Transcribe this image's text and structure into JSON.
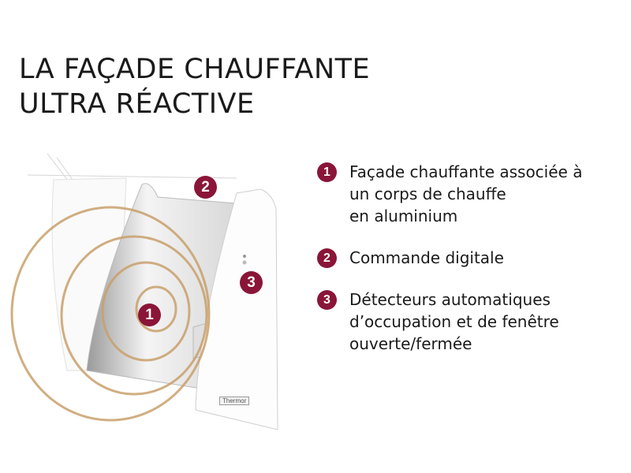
{
  "title": {
    "line1": "LA FAÇADE CHAUFFANTE",
    "line2": "ULTRA RÉACTIVE"
  },
  "accent_color": "#8a1538",
  "features": [
    {
      "number": "1",
      "lines": [
        "Façade chauffante associée à",
        "un corps de chauffe",
        "en aluminium"
      ]
    },
    {
      "number": "2",
      "lines": [
        "Commande digitale"
      ]
    },
    {
      "number": "3",
      "lines": [
        "Détecteurs automatiques",
        "d’occupation et de fenêtre",
        "ouverte/fermée"
      ]
    }
  ],
  "illustration": {
    "brand_logo": "Thermor",
    "markers": [
      "1",
      "2",
      "3"
    ]
  }
}
